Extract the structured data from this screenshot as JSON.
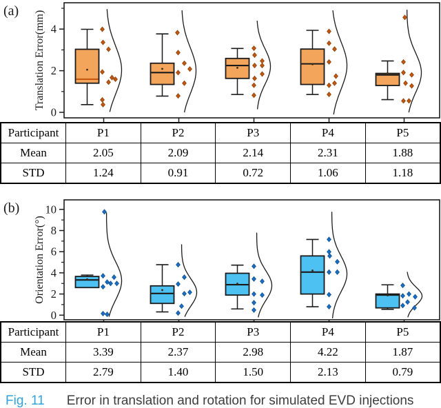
{
  "caption": {
    "fig_label": "Fig. 11",
    "text": "Error in translation and rotation for simulated EVD injections"
  },
  "colors": {
    "ink": "#1a1a1a",
    "fig_label_blue": "#2fa3dc",
    "caption_gray": "#3d3d3d",
    "box_fill_a": "#f4a55c",
    "point_a": "#bf5912",
    "box_fill_b": "#4cc1f2",
    "point_b": "#1a6fc4"
  },
  "tables": [
    {
      "id": "table-a",
      "header": [
        "Participant",
        "P1",
        "P2",
        "P3",
        "P4",
        "P5"
      ],
      "rows": [
        [
          "Mean",
          "2.05",
          "2.09",
          "2.14",
          "2.31",
          "1.88"
        ],
        [
          "STD",
          "1.24",
          "0.91",
          "0.72",
          "1.06",
          "1.18"
        ]
      ]
    },
    {
      "id": "table-b",
      "header": [
        "Participant",
        "P1",
        "P2",
        "P3",
        "P4",
        "P5"
      ],
      "rows": [
        [
          "Mean",
          "3.39",
          "2.37",
          "2.98",
          "4.22",
          "1.87"
        ],
        [
          "STD",
          "2.79",
          "1.40",
          "1.50",
          "2.13",
          "0.79"
        ]
      ]
    }
  ],
  "chart_data": [
    {
      "type": "box",
      "panel_label": "(a)",
      "ylabel": "Translation Error(mm)",
      "ylim": [
        0,
        5.3
      ],
      "yticks_labeled": [
        0,
        2,
        4
      ],
      "yticks_minor": [
        1,
        3,
        5
      ],
      "grid": false,
      "categories": [
        "P1",
        "P2",
        "P3",
        "P4",
        "P5"
      ],
      "box_fill": "#f4a55c",
      "point_color": "#bf5912",
      "point_stroke": "#8f3f08",
      "series": [
        {
          "name": "P1",
          "whisker_low": 0.37,
          "q1": 1.4,
          "median": 1.59,
          "q3": 3.03,
          "whisker_high": 3.99,
          "mean": 2.05,
          "median_color": "#c45911",
          "points": [
            [
              3.99,
              -2
            ],
            [
              3.36,
              -1
            ],
            [
              3.03,
              7
            ],
            [
              1.94,
              -2
            ],
            [
              1.67,
              12
            ],
            [
              1.59,
              17
            ],
            [
              1.45,
              7
            ],
            [
              0.6,
              -2
            ],
            [
              0.37,
              -1
            ]
          ],
          "violin": {
            "top": 4.96,
            "bottom": 0.02,
            "mode": 2.03,
            "amp": 22,
            "bw": 1.15
          }
        },
        {
          "name": "P2",
          "whisker_low": 0.78,
          "q1": 1.34,
          "median": 1.91,
          "q3": 2.36,
          "whisker_high": 3.77,
          "mean": 2.09,
          "points": [
            [
              3.83,
              -2
            ],
            [
              2.87,
              -1
            ],
            [
              2.36,
              8
            ],
            [
              2.08,
              16
            ],
            [
              1.91,
              -1
            ],
            [
              1.4,
              8
            ],
            [
              0.79,
              -1
            ]
          ],
          "violin": {
            "top": 4.9,
            "bottom": 0.0,
            "mode": 2.0,
            "amp": 21,
            "bw": 1.1
          }
        },
        {
          "name": "P3",
          "whisker_low": 0.86,
          "q1": 1.63,
          "median": 2.25,
          "q3": 2.59,
          "whisker_high": 3.07,
          "mean": 2.14,
          "points": [
            [
              3.08,
              0
            ],
            [
              2.75,
              1
            ],
            [
              2.47,
              12
            ],
            [
              2.25,
              1
            ],
            [
              2.25,
              12
            ],
            [
              1.84,
              12
            ],
            [
              1.63,
              1
            ],
            [
              1.3,
              0
            ],
            [
              0.82,
              0
            ]
          ],
          "violin": {
            "top": 4.4,
            "bottom": 0.15,
            "mode": 2.2,
            "amp": 20,
            "bw": 0.85
          }
        },
        {
          "name": "P4",
          "whisker_low": 0.86,
          "q1": 1.34,
          "median": 2.33,
          "q3": 3.04,
          "whisker_high": 3.94,
          "mean": 2.31,
          "points": [
            [
              3.89,
              0
            ],
            [
              3.32,
              0
            ],
            [
              3.04,
              8
            ],
            [
              2.42,
              0
            ],
            [
              1.74,
              10
            ],
            [
              1.4,
              8
            ],
            [
              1.3,
              0
            ],
            [
              0.86,
              0
            ]
          ],
          "violin": {
            "top": 4.9,
            "bottom": -0.1,
            "mode": 2.25,
            "amp": 22,
            "bw": 1.15
          }
        },
        {
          "name": "P5",
          "whisker_low": 0.61,
          "q1": 1.29,
          "median": 1.8,
          "q3": 1.87,
          "whisker_high": 2.47,
          "mean": 1.88,
          "points": [
            [
              4.56,
              1
            ],
            [
              2.42,
              -1
            ],
            [
              1.91,
              -1
            ],
            [
              1.8,
              11
            ],
            [
              1.4,
              2
            ],
            [
              1.27,
              11
            ],
            [
              0.55,
              -1
            ],
            [
              0.55,
              7
            ]
          ],
          "violin": {
            "top": 4.93,
            "bottom": 0.0,
            "mode": 1.9,
            "amp": 21,
            "bw": 0.95
          }
        }
      ]
    },
    {
      "type": "box",
      "panel_label": "(b)",
      "ylabel": "Orientation Error(°)",
      "ylim": [
        0,
        10.6
      ],
      "yticks_labeled": [
        0,
        2,
        4,
        6,
        8,
        10
      ],
      "yticks_minor": [
        1,
        3,
        5,
        7,
        9
      ],
      "grid": false,
      "categories": [
        "P1",
        "P2",
        "P3",
        "P4",
        "P5"
      ],
      "box_fill": "#4cc1f2",
      "point_color": "#1a6fc4",
      "point_stroke": "#10508f",
      "series": [
        {
          "name": "P1",
          "whisker_low": 2.61,
          "q1": 2.61,
          "median": 3.33,
          "q3": 3.66,
          "whisker_high": 3.79,
          "mean": 3.39,
          "points": [
            [
              9.77,
              1
            ],
            [
              3.72,
              -1
            ],
            [
              3.59,
              15
            ],
            [
              3.13,
              5
            ],
            [
              3.0,
              10
            ],
            [
              3.0,
              19
            ],
            [
              2.68,
              -1
            ],
            [
              0.15,
              -1
            ],
            [
              0.08,
              5
            ]
          ],
          "violin": {
            "top": 9.7,
            "bottom": -0.15,
            "mode": 3.25,
            "amp": 22,
            "bw": 1.8
          }
        },
        {
          "name": "P2",
          "whisker_low": 0.31,
          "q1": 1.11,
          "median": 2.05,
          "q3": 2.77,
          "whisker_high": 4.77,
          "mean": 2.37,
          "points": [
            [
              4.77,
              -1
            ],
            [
              3.59,
              8
            ],
            [
              2.94,
              -1
            ],
            [
              2.16,
              16
            ],
            [
              2.03,
              8
            ],
            [
              0.85,
              4
            ],
            [
              0.2,
              -1
            ]
          ],
          "violin": {
            "top": 6.7,
            "bottom": -0.15,
            "mode": 2.15,
            "amp": 22,
            "bw": 1.3
          }
        },
        {
          "name": "P3",
          "whisker_low": 0.59,
          "q1": 1.9,
          "median": 2.88,
          "q3": 3.96,
          "whisker_high": 4.73,
          "mean": 2.98,
          "points": [
            [
              4.62,
              0
            ],
            [
              3.42,
              0
            ],
            [
              3.2,
              12
            ],
            [
              2.0,
              0
            ],
            [
              1.9,
              12
            ],
            [
              1.18,
              0
            ],
            [
              0.48,
              0
            ]
          ],
          "violin": {
            "top": 7.8,
            "bottom": -0.2,
            "mode": 2.8,
            "amp": 22,
            "bw": 1.4
          }
        },
        {
          "name": "P4",
          "whisker_low": 0.8,
          "q1": 2.0,
          "median": 4.07,
          "q3": 5.6,
          "whisker_high": 7.16,
          "mean": 4.22,
          "points": [
            [
              7.16,
              0
            ],
            [
              5.99,
              0
            ],
            [
              5.6,
              1
            ],
            [
              5.05,
              12
            ],
            [
              4.07,
              0
            ],
            [
              4.07,
              12
            ],
            [
              1.94,
              0
            ],
            [
              0.8,
              0
            ]
          ],
          "violin": {
            "top": 9.78,
            "bottom": -0.3,
            "mode": 3.9,
            "amp": 22,
            "bw": 1.7
          }
        },
        {
          "name": "P5",
          "whisker_low": 0.55,
          "q1": 0.69,
          "median": 1.9,
          "q3": 2.0,
          "whisker_high": 2.87,
          "mean": 1.87,
          "points": [
            [
              2.81,
              -2
            ],
            [
              2.0,
              7
            ],
            [
              1.83,
              -2
            ],
            [
              1.74,
              16
            ],
            [
              1.24,
              5
            ],
            [
              0.91,
              -2
            ],
            [
              0.69,
              15
            ]
          ],
          "violin": {
            "top": 4.1,
            "bottom": -0.2,
            "mode": 1.8,
            "amp": 22,
            "bw": 0.85
          }
        }
      ]
    }
  ]
}
